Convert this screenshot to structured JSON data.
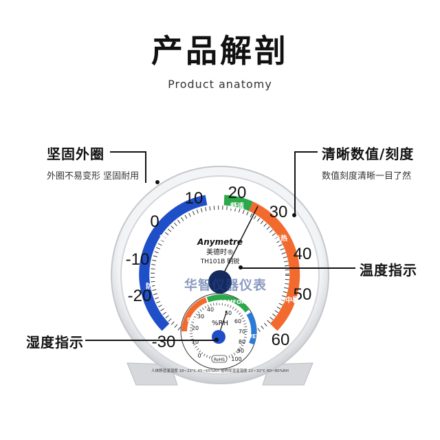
{
  "header": {
    "title": "产品解剖",
    "subtitle": "Product anatomy"
  },
  "callouts": {
    "frame": {
      "title": "坚固外圈",
      "desc": "外圈不易变形 坚固耐用"
    },
    "scale": {
      "title": "清晰数值/刻度",
      "desc": "数值刻度清晰一目了然"
    },
    "temp": {
      "title": "温度指示"
    },
    "humidity": {
      "title": "湿度指示"
    }
  },
  "dial": {
    "brand": "Anymetre",
    "brand_cn": "美德时®",
    "model": "TH101B 明锐",
    "temp_labels": [
      "-30",
      "-20",
      "-10",
      "0",
      "10",
      "20",
      "30",
      "40",
      "50",
      "60"
    ],
    "zones": {
      "cold": "寒冷",
      "frost": "防冻伤",
      "comfort": "舒适",
      "hot": "炎热",
      "heatstroke": "防中暑"
    },
    "humidity_unit": "%RH",
    "humidity_labels": [
      "0",
      "10",
      "20",
      "30",
      "40",
      "50",
      "60",
      "70",
      "80",
      "90",
      "100"
    ],
    "humidity_zones": {
      "dry": "DRY",
      "comfort": "COMFORT",
      "wet": "WET"
    },
    "rohs": "RoHS",
    "footer_text": "人体舒适温湿度 18~22°C 45~65%RH   植物保湿温湿度 22~32°C 60~80%RH"
  },
  "watermark": "华智仪器仪表",
  "colors": {
    "blue": "#1f4fc8",
    "orange": "#f26a2e",
    "green": "#2aa84a",
    "pointer_hub": "#14295e"
  }
}
